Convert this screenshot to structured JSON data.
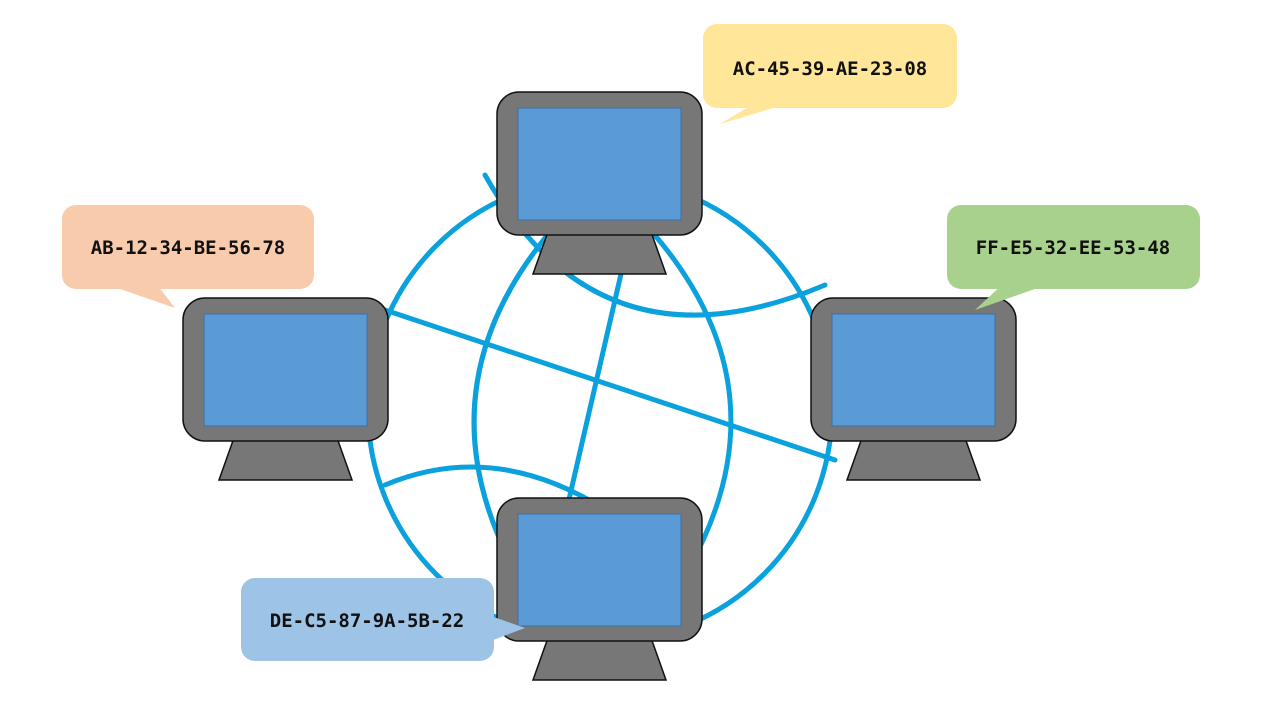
{
  "diagram": {
    "colors": {
      "globe_line": "#0aa1dc",
      "monitor_frame": "#777777",
      "monitor_screen": "#5b9bd5",
      "monitor_outline": "#111111"
    },
    "computers": [
      {
        "id": "top",
        "mac": "AC-45-39-AE-23-08",
        "bubble_color": "#ffe699"
      },
      {
        "id": "left",
        "mac": "AB-12-34-BE-56-78",
        "bubble_color": "#f8cbad"
      },
      {
        "id": "right",
        "mac": "FF-E5-32-EE-53-48",
        "bubble_color": "#a9d18e"
      },
      {
        "id": "bottom",
        "mac": "DE-C5-87-9A-5B-22",
        "bubble_color": "#9dc3e6"
      }
    ]
  }
}
